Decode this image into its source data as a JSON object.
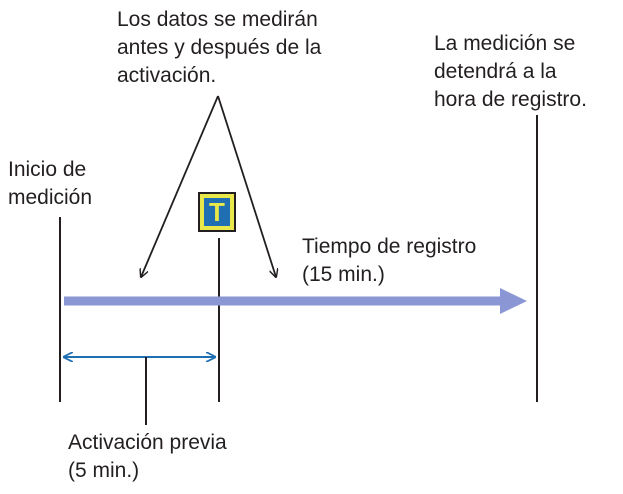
{
  "labels": {
    "datos": [
      "Los datos se medirán",
      "antes y después de la",
      "activación."
    ],
    "detendra": [
      "La medición se",
      "detendrá a la",
      "hora de registro."
    ],
    "inicio": [
      "Inicio de",
      "medición"
    ],
    "tiempo": [
      "Tiempo de registro",
      "(15 min.)"
    ],
    "activacion": [
      "Activación previa",
      "(5 min.)"
    ]
  },
  "trigger": {
    "letter": "T"
  },
  "colors": {
    "timeline_arrow": "#8b96d4",
    "interval_arrow": "#1f6fb2",
    "trigger_fill": "#e8e84a",
    "trigger_letter_bg": "#1f6fb2",
    "line": "#231f20"
  }
}
